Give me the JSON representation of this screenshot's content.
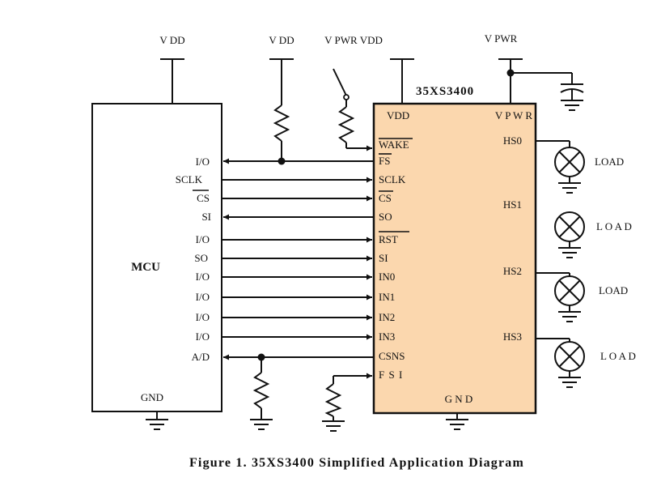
{
  "chip": {
    "name": "35XS3400",
    "vdd": "VDD",
    "vpwr": "V P W R",
    "gnd": "G N D"
  },
  "mcu": {
    "name": "MCU",
    "gnd": "GND",
    "pins": [
      "I/O",
      "SCLK",
      "CS",
      "SI",
      "I/O",
      "SO",
      "I/O",
      "I/O",
      "I/O",
      "I/O",
      "A/D"
    ]
  },
  "chip_inputs": [
    "WAKE",
    "FS",
    "SCLK",
    "CS",
    "SO",
    "RST",
    "SI",
    "IN0",
    "IN1",
    "IN2",
    "IN3",
    "CSNS",
    "F S I"
  ],
  "outputs": [
    "HS0",
    "HS1",
    "HS2",
    "HS3"
  ],
  "loads": [
    "LOAD",
    "L O A D",
    "LOAD",
    "L O A D"
  ],
  "supplies": {
    "vdd_left": "V  DD",
    "vdd_mid": "V  DD",
    "vpwr_vdd": "V PWR VDD",
    "vpwr": "V  PWR"
  },
  "caption": "Figure 1. 35XS3400 Simplified Application Diagram"
}
